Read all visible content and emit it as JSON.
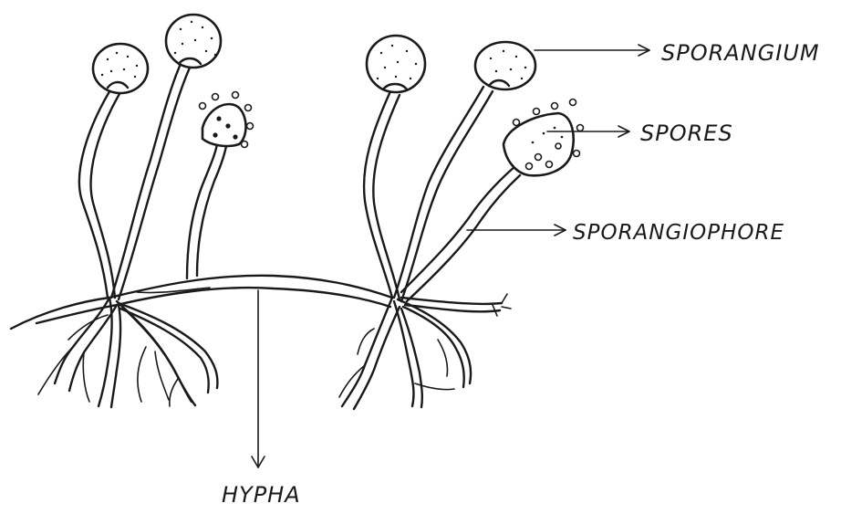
{
  "labels": {
    "sporangium": "SPORANGIUM",
    "spores": "SPORES",
    "sporangiophore": "SPORANGIOPHORE",
    "hypha": "HYPHA"
  }
}
